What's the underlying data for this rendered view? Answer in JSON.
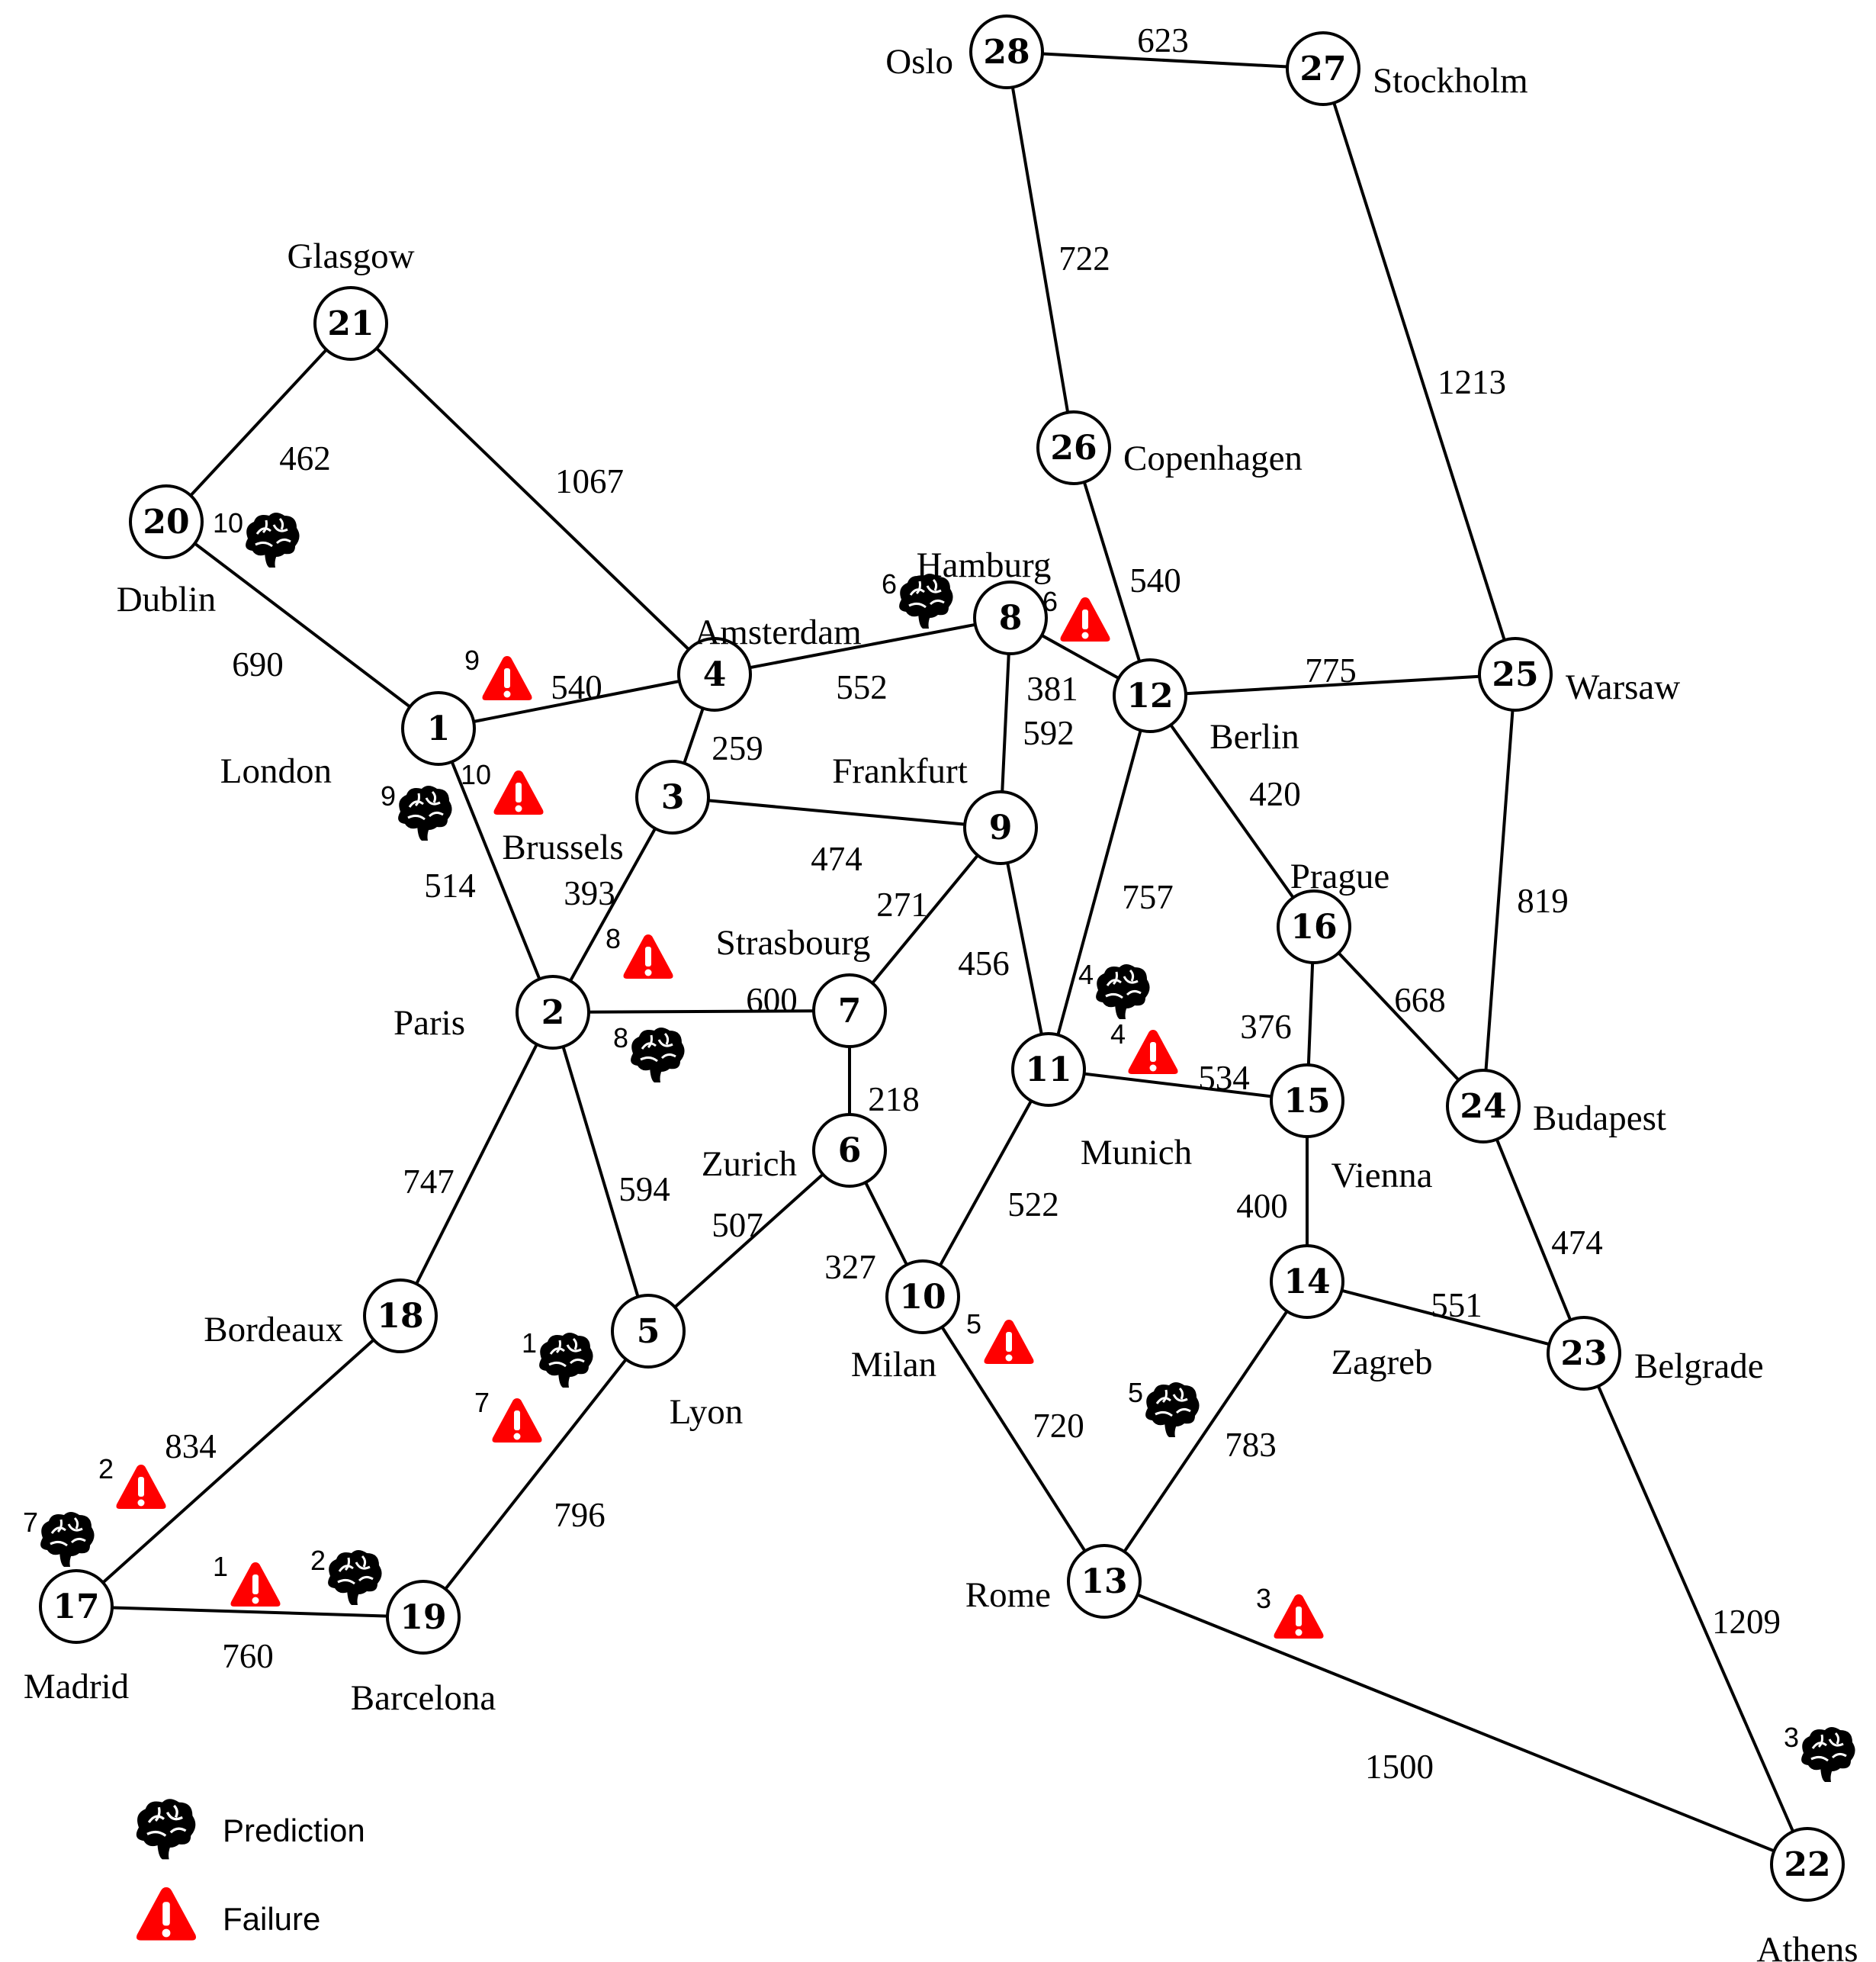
{
  "nodes": [
    {
      "id": "1",
      "city": "London"
    },
    {
      "id": "2",
      "city": "Paris"
    },
    {
      "id": "3",
      "city": "Brussels"
    },
    {
      "id": "4",
      "city": "Amsterdam"
    },
    {
      "id": "5",
      "city": "Lyon"
    },
    {
      "id": "6",
      "city": "Zurich"
    },
    {
      "id": "7",
      "city": "Strasbourg"
    },
    {
      "id": "8",
      "city": "Hamburg"
    },
    {
      "id": "9",
      "city": "Frankfurt"
    },
    {
      "id": "10",
      "city": "Milan"
    },
    {
      "id": "11",
      "city": "Munich"
    },
    {
      "id": "12",
      "city": "Berlin"
    },
    {
      "id": "13",
      "city": "Rome"
    },
    {
      "id": "14",
      "city": "Zagreb"
    },
    {
      "id": "15",
      "city": "Vienna"
    },
    {
      "id": "16",
      "city": "Prague"
    },
    {
      "id": "17",
      "city": "Madrid"
    },
    {
      "id": "18",
      "city": "Bordeaux"
    },
    {
      "id": "19",
      "city": "Barcelona"
    },
    {
      "id": "20",
      "city": "Dublin"
    },
    {
      "id": "21",
      "city": "Glasgow"
    },
    {
      "id": "22",
      "city": "Athens"
    },
    {
      "id": "23",
      "city": "Belgrade"
    },
    {
      "id": "24",
      "city": "Budapest"
    },
    {
      "id": "25",
      "city": "Warsaw"
    },
    {
      "id": "26",
      "city": "Copenhagen"
    },
    {
      "id": "27",
      "city": "Stockholm"
    },
    {
      "id": "28",
      "city": "Oslo"
    }
  ],
  "edges": [
    {
      "from": "28",
      "to": "27",
      "weight": "623"
    },
    {
      "from": "28",
      "to": "26",
      "weight": "722"
    },
    {
      "from": "27",
      "to": "25",
      "weight": "1213"
    },
    {
      "from": "21",
      "to": "20",
      "weight": "462"
    },
    {
      "from": "21",
      "to": "4",
      "weight": "1067"
    },
    {
      "from": "20",
      "to": "1",
      "weight": "690"
    },
    {
      "from": "26",
      "to": "12",
      "weight": "540"
    },
    {
      "from": "1",
      "to": "4",
      "weight": "540"
    },
    {
      "from": "4",
      "to": "8",
      "weight": "552"
    },
    {
      "from": "8",
      "to": "12",
      "weight": "381"
    },
    {
      "from": "8",
      "to": "9",
      "weight": "592"
    },
    {
      "from": "12",
      "to": "25",
      "weight": "775"
    },
    {
      "from": "4",
      "to": "3",
      "weight": "259"
    },
    {
      "from": "3",
      "to": "9",
      "weight": "474"
    },
    {
      "from": "1",
      "to": "2",
      "weight": "514"
    },
    {
      "from": "3",
      "to": "2",
      "weight": "393"
    },
    {
      "from": "12",
      "to": "16",
      "weight": "420"
    },
    {
      "from": "12",
      "to": "11",
      "weight": "757"
    },
    {
      "from": "25",
      "to": "24",
      "weight": "819"
    },
    {
      "from": "9",
      "to": "7",
      "weight": "271"
    },
    {
      "from": "9",
      "to": "11",
      "weight": "456"
    },
    {
      "from": "2",
      "to": "7",
      "weight": "600"
    },
    {
      "from": "16",
      "to": "15",
      "weight": "376"
    },
    {
      "from": "16",
      "to": "24",
      "weight": "668"
    },
    {
      "from": "11",
      "to": "15",
      "weight": "534"
    },
    {
      "from": "7",
      "to": "6",
      "weight": "218"
    },
    {
      "from": "2",
      "to": "18",
      "weight": "747"
    },
    {
      "from": "2",
      "to": "5",
      "weight": "594"
    },
    {
      "from": "6",
      "to": "5",
      "weight": "507"
    },
    {
      "from": "11",
      "to": "10",
      "weight": "522"
    },
    {
      "from": "15",
      "to": "14",
      "weight": "400"
    },
    {
      "from": "24",
      "to": "23",
      "weight": "474"
    },
    {
      "from": "6",
      "to": "10",
      "weight": "327"
    },
    {
      "from": "14",
      "to": "23",
      "weight": "551"
    },
    {
      "from": "18",
      "to": "17",
      "weight": "834"
    },
    {
      "from": "10",
      "to": "13",
      "weight": "720"
    },
    {
      "from": "14",
      "to": "13",
      "weight": "783"
    },
    {
      "from": "5",
      "to": "19",
      "weight": "796"
    },
    {
      "from": "23",
      "to": "22",
      "weight": "1209"
    },
    {
      "from": "17",
      "to": "19",
      "weight": "760"
    },
    {
      "from": "13",
      "to": "22",
      "weight": "1500"
    }
  ],
  "markers": [
    {
      "kind": "prediction",
      "label": "10"
    },
    {
      "kind": "prediction",
      "label": "6"
    },
    {
      "kind": "failure",
      "label": "6"
    },
    {
      "kind": "failure",
      "label": "9"
    },
    {
      "kind": "failure",
      "label": "10"
    },
    {
      "kind": "prediction",
      "label": "9"
    },
    {
      "kind": "failure",
      "label": "8"
    },
    {
      "kind": "prediction",
      "label": "8"
    },
    {
      "kind": "prediction",
      "label": "4"
    },
    {
      "kind": "failure",
      "label": "4"
    },
    {
      "kind": "prediction",
      "label": "1"
    },
    {
      "kind": "failure",
      "label": "7"
    },
    {
      "kind": "failure",
      "label": "5"
    },
    {
      "kind": "prediction",
      "label": "5"
    },
    {
      "kind": "failure",
      "label": "2"
    },
    {
      "kind": "prediction",
      "label": "7"
    },
    {
      "kind": "failure",
      "label": "1"
    },
    {
      "kind": "prediction",
      "label": "2"
    },
    {
      "kind": "failure",
      "label": "3"
    },
    {
      "kind": "prediction",
      "label": "3"
    }
  ],
  "legend": [
    {
      "kind": "prediction",
      "label": "Prediction",
      "icon": "brain-icon"
    },
    {
      "kind": "failure",
      "label": "Failure",
      "icon": "warning-icon"
    }
  ],
  "colors": {
    "failure": "#ff0000",
    "prediction": "#000000",
    "edge": "#000000"
  }
}
